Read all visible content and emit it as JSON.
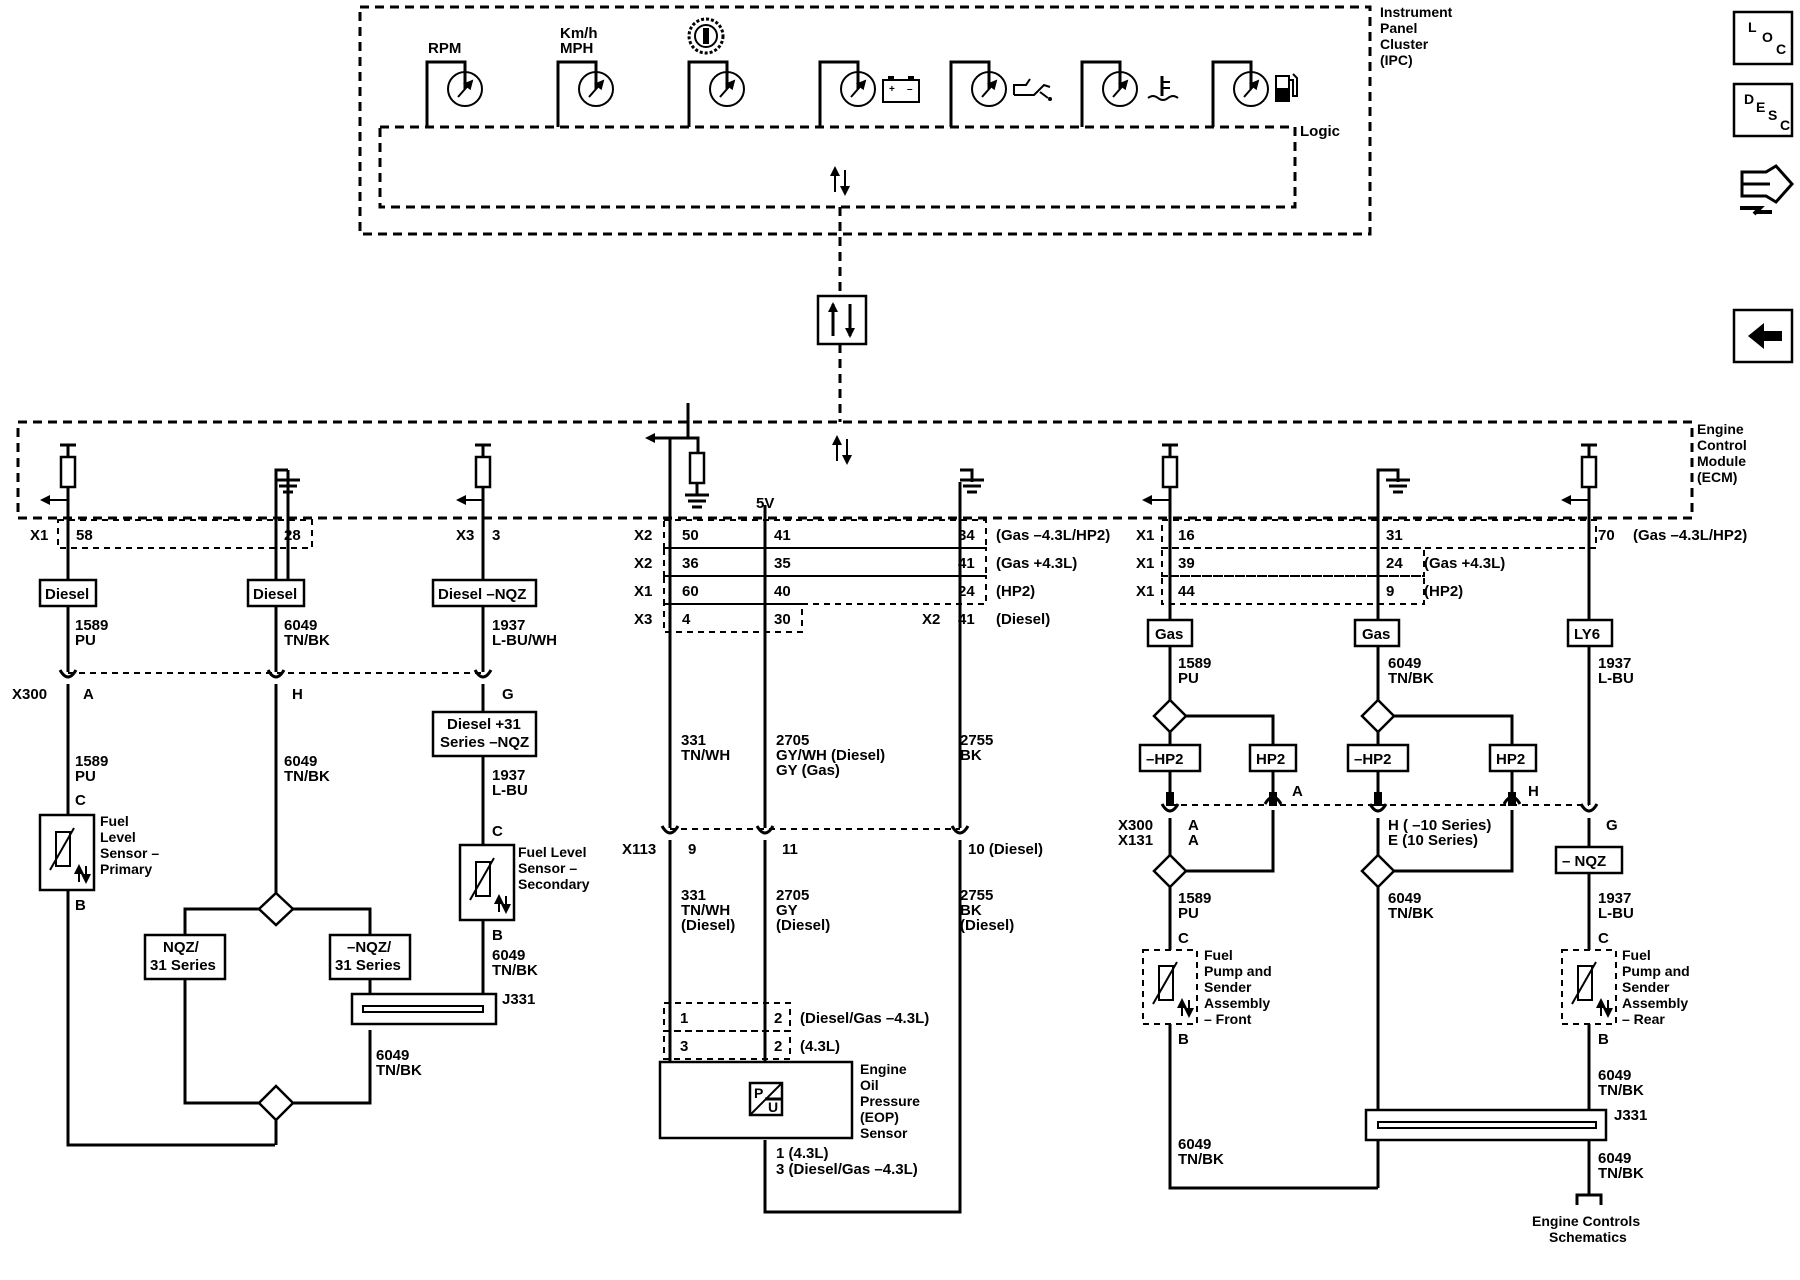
{
  "modules": {
    "ipc": {
      "title_lines": [
        "Instrument",
        "Panel",
        "Cluster",
        "(IPC)"
      ],
      "logic": "Logic"
    },
    "ecm": {
      "title_lines": [
        "Engine",
        "Control",
        "Module",
        "(ECM)"
      ]
    }
  },
  "gauges": [
    {
      "label_lines": [
        "RPM"
      ],
      "icon": "tachometer-icon"
    },
    {
      "label_lines": [
        "Km/h",
        "MPH"
      ],
      "icon": "speedometer-icon"
    },
    {
      "label_lines": [],
      "icon": "transmission-temp-icon"
    },
    {
      "label_lines": [],
      "icon": "battery-icon"
    },
    {
      "label_lines": [],
      "icon": "oil-can-icon"
    },
    {
      "label_lines": [],
      "icon": "coolant-temp-icon"
    },
    {
      "label_lines": [],
      "icon": "fuel-pump-icon"
    }
  ],
  "voltage": "5V",
  "connectors_left": {
    "x1_a": "X1",
    "x1_a_pin": "58",
    "pin_28": "28",
    "x3_a": "X3",
    "x3_a_pin": "3",
    "x300": "X300",
    "pin_A": "A",
    "pin_H": "H",
    "pin_G": "G",
    "pin_C1": "C",
    "pin_B1": "B",
    "pin_C2": "C",
    "pin_B2": "B"
  },
  "options_left": {
    "diesel_1": "Diesel",
    "diesel_2": "Diesel",
    "diesel_nqz": "Diesel –NQZ",
    "diesel_31_lines": [
      "Diesel +31",
      "Series –NQZ"
    ],
    "nqz_31_lines": [
      "NQZ/",
      "31 Series"
    ],
    "minus_nqz_31_lines": [
      "–NQZ/",
      "31 Series"
    ]
  },
  "wires_left": {
    "w1589_a": [
      "1589",
      "PU"
    ],
    "w6049_a": [
      "6049",
      "TN/BK"
    ],
    "w1937_a": [
      "1937",
      "L-BU/WH"
    ],
    "w1589_b": [
      "1589",
      "PU"
    ],
    "w6049_b": [
      "6049",
      "TN/BK"
    ],
    "w1937_b": [
      "1937",
      "L-BU"
    ],
    "w6049_c": [
      "6049",
      "TN/BK"
    ],
    "w6049_d": [
      "6049",
      "TN/BK"
    ]
  },
  "components_left": {
    "fuel_primary_lines": [
      "Fuel",
      "Level",
      "Sensor –",
      "Primary"
    ],
    "fuel_secondary_lines": [
      "Fuel Level",
      "Sensor –",
      "Secondary"
    ],
    "j331": "J331"
  },
  "connectors_mid": {
    "row1": {
      "conn": "X2",
      "pins": [
        "50",
        "41",
        "34"
      ],
      "note": "(Gas –4.3L/HP2)"
    },
    "row2": {
      "conn": "X2",
      "pins": [
        "36",
        "35",
        "41"
      ],
      "note": "(Gas +4.3L)"
    },
    "row3": {
      "conn": "X1",
      "pins": [
        "60",
        "40",
        "24"
      ],
      "note": "(HP2)"
    },
    "row4": {
      "conn": "X3",
      "pins": [
        "4",
        "30"
      ],
      "conn2": "X2",
      "pin3": "41",
      "note": "(Diesel)"
    },
    "x113": "X113",
    "x113_pins": [
      "9",
      "11",
      "10 (Diesel)"
    ],
    "eop_pins_row1": [
      "1",
      "2",
      "(Diesel/Gas –4.3L)"
    ],
    "eop_pins_row2": [
      "3",
      "2",
      "(4.3L)"
    ],
    "eop_bottom": [
      "1 (4.3L)",
      "3 (Diesel/Gas –4.3L)"
    ]
  },
  "wires_mid": {
    "w331_a": [
      "331",
      "TN/WH"
    ],
    "w2705_a": [
      "2705",
      "GY/WH (Diesel)",
      "GY (Gas)"
    ],
    "w2755_a": [
      "2755",
      "BK"
    ],
    "w331_b": [
      "331",
      "TN/WH",
      "(Diesel)"
    ],
    "w2705_b": [
      "2705",
      "GY",
      "(Diesel)"
    ],
    "w2755_b": [
      "2755",
      "BK",
      "(Diesel)"
    ]
  },
  "eop_sensor": {
    "lines": [
      "Engine",
      "Oil",
      "Pressure",
      "(EOP)",
      "Sensor"
    ],
    "p": "P",
    "u": "U"
  },
  "connectors_right": {
    "row1": {
      "conn": "X1",
      "pins": [
        "16",
        "31",
        "70"
      ],
      "note": "(Gas –4.3L/HP2)"
    },
    "row2": {
      "conn": "X1",
      "pins": [
        "39",
        "24"
      ],
      "note": "(Gas +4.3L)"
    },
    "row3": {
      "conn": "X1",
      "pins": [
        "44",
        "9"
      ],
      "note": "(HP2)"
    },
    "x300": "X300",
    "x131": "X131",
    "pin_AA": [
      "A",
      "A"
    ],
    "pin_A2": "A",
    "pin_H_lines": [
      "H ( –10 Series)",
      "E (10 Series)"
    ],
    "pin_H2": "H",
    "pin_G": "G",
    "pin_C1": "C",
    "pin_B1": "B",
    "pin_C2": "C",
    "pin_B2": "B"
  },
  "options_right": {
    "gas_1": "Gas",
    "gas_2": "Gas",
    "ly6": "LY6",
    "mhp2_1": "–HP2",
    "hp2_1": "HP2",
    "mhp2_2": "–HP2",
    "hp2_2": "HP2",
    "mnqz": "– NQZ"
  },
  "wires_right": {
    "w1589_a": [
      "1589",
      "PU"
    ],
    "w6049_a": [
      "6049",
      "TN/BK"
    ],
    "w1937_a": [
      "1937",
      "L-BU"
    ],
    "w1589_b": [
      "1589",
      "PU"
    ],
    "w6049_b": [
      "6049",
      "TN/BK"
    ],
    "w1937_b": [
      "1937",
      "L-BU"
    ],
    "w6049_c": [
      "6049",
      "TN/BK"
    ],
    "w6049_d": [
      "6049",
      "TN/BK"
    ],
    "w6049_e": [
      "6049",
      "TN/BK"
    ]
  },
  "components_right": {
    "pump_front_lines": [
      "Fuel",
      "Pump and",
      "Sender",
      "Assembly",
      "– Front"
    ],
    "pump_rear_lines": [
      "Fuel",
      "Pump and",
      "Sender",
      "Assembly",
      "– Rear"
    ],
    "j331": "J331",
    "engine_controls_lines": [
      "Engine Controls",
      "Schematics"
    ]
  },
  "nav": {
    "loc": [
      "L",
      "O",
      "C"
    ],
    "desc": [
      "D",
      "E",
      "S",
      "C"
    ],
    "connector_icon": "connector-end-view-icon",
    "back_icon": "back-arrow-icon"
  }
}
